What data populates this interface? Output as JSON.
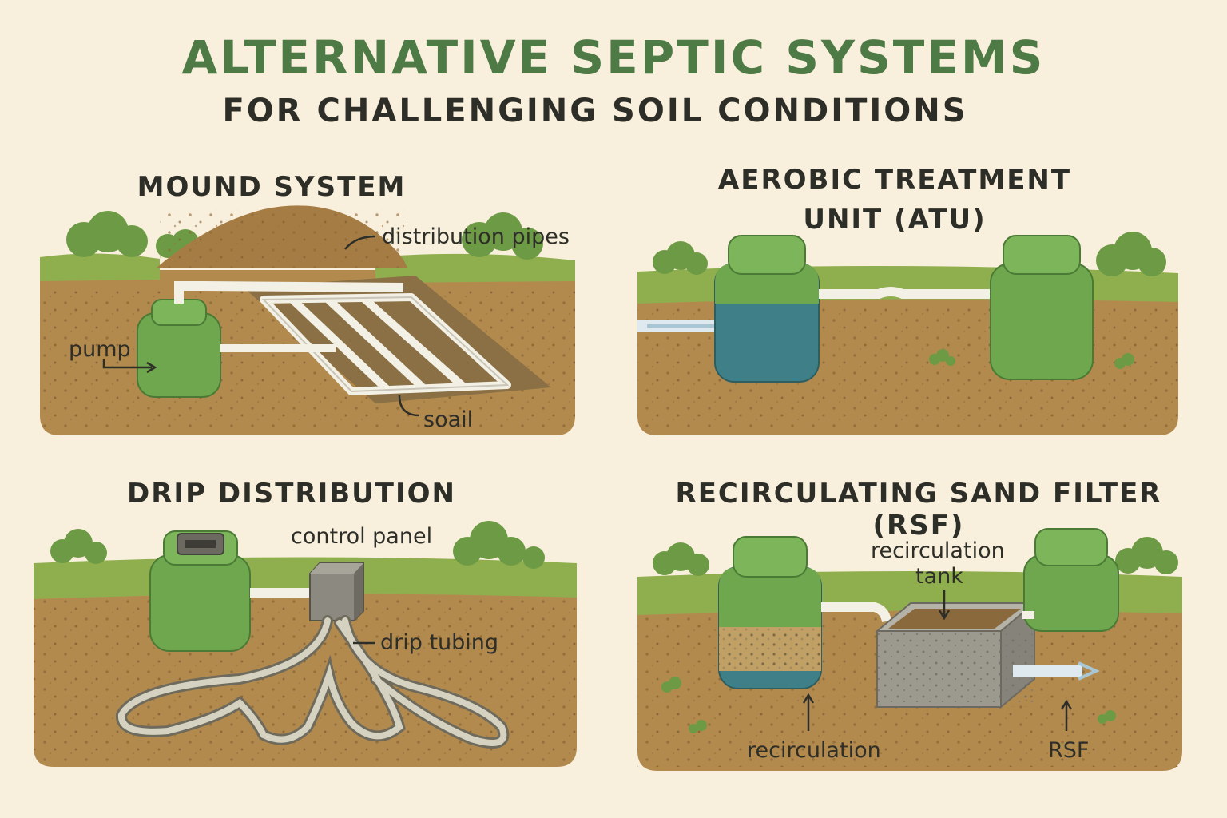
{
  "title": "ALTERNATIVE SEPTIC SYSTEMS",
  "subtitle": "FOR CHALLENGING SOIL CONDITIONS",
  "panels": {
    "mound": {
      "heading": "MOUND SYSTEM",
      "labels": {
        "distribution_pipes": "distribution pipes",
        "pump": "pump",
        "soil": "soail"
      }
    },
    "atu": {
      "heading_line1": "AEROBIC TREATMENT",
      "heading_line2": "UNIT (ATU)"
    },
    "drip": {
      "heading": "DRIP DISTRIBUTION",
      "labels": {
        "control_panel": "control panel",
        "drip_tubing": "drip tubing"
      }
    },
    "rsf": {
      "heading": "RECIRCULATING SAND FILTER (RSF)",
      "labels": {
        "recirculation_tank_line1": "recirculation",
        "recirculation_tank_line2": "tank",
        "recirculation": "recirculation",
        "rsf": "RSF"
      }
    }
  },
  "colors": {
    "background": "#f8efdc",
    "title_green": "#4e7a45",
    "soil": "#b38a4e",
    "grass": "#8fae4e",
    "tank_green": "#6ea74e",
    "water_blue": "#3f7f88",
    "concrete": "#9c9a8e"
  }
}
